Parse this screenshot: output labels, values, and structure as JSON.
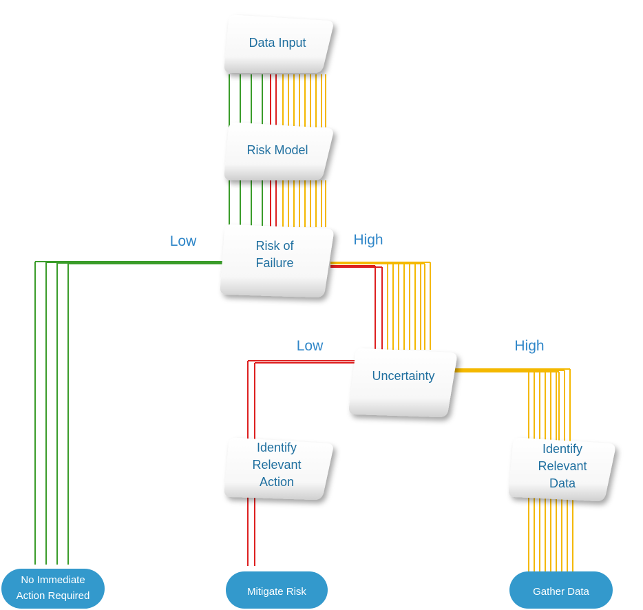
{
  "colors": {
    "green": "#3a9c2a",
    "red": "#dd1f1f",
    "yellow": "#f4b800",
    "box_text": "#1f6f9f",
    "branch_text": "#2f86c8",
    "pill_fill": "#3399cc",
    "pill_text": "#ffffff"
  },
  "nodes": {
    "data_input": "Data Input",
    "risk_model": "Risk Model",
    "risk_of_failure": [
      "Risk of",
      "Failure"
    ],
    "uncertainty": "Uncertainty",
    "identify_action": [
      "Identify",
      "Relevant",
      "Action"
    ],
    "identify_data": [
      "Identify",
      "Relevant",
      "Data"
    ]
  },
  "branches": {
    "risk_low": "Low",
    "risk_high": "High",
    "uncertainty_low": "Low",
    "uncertainty_high": "High"
  },
  "outcomes": {
    "no_action": [
      "No Immediate",
      "Action Required"
    ],
    "mitigate": "Mitigate Risk",
    "gather": "Gather Data"
  }
}
